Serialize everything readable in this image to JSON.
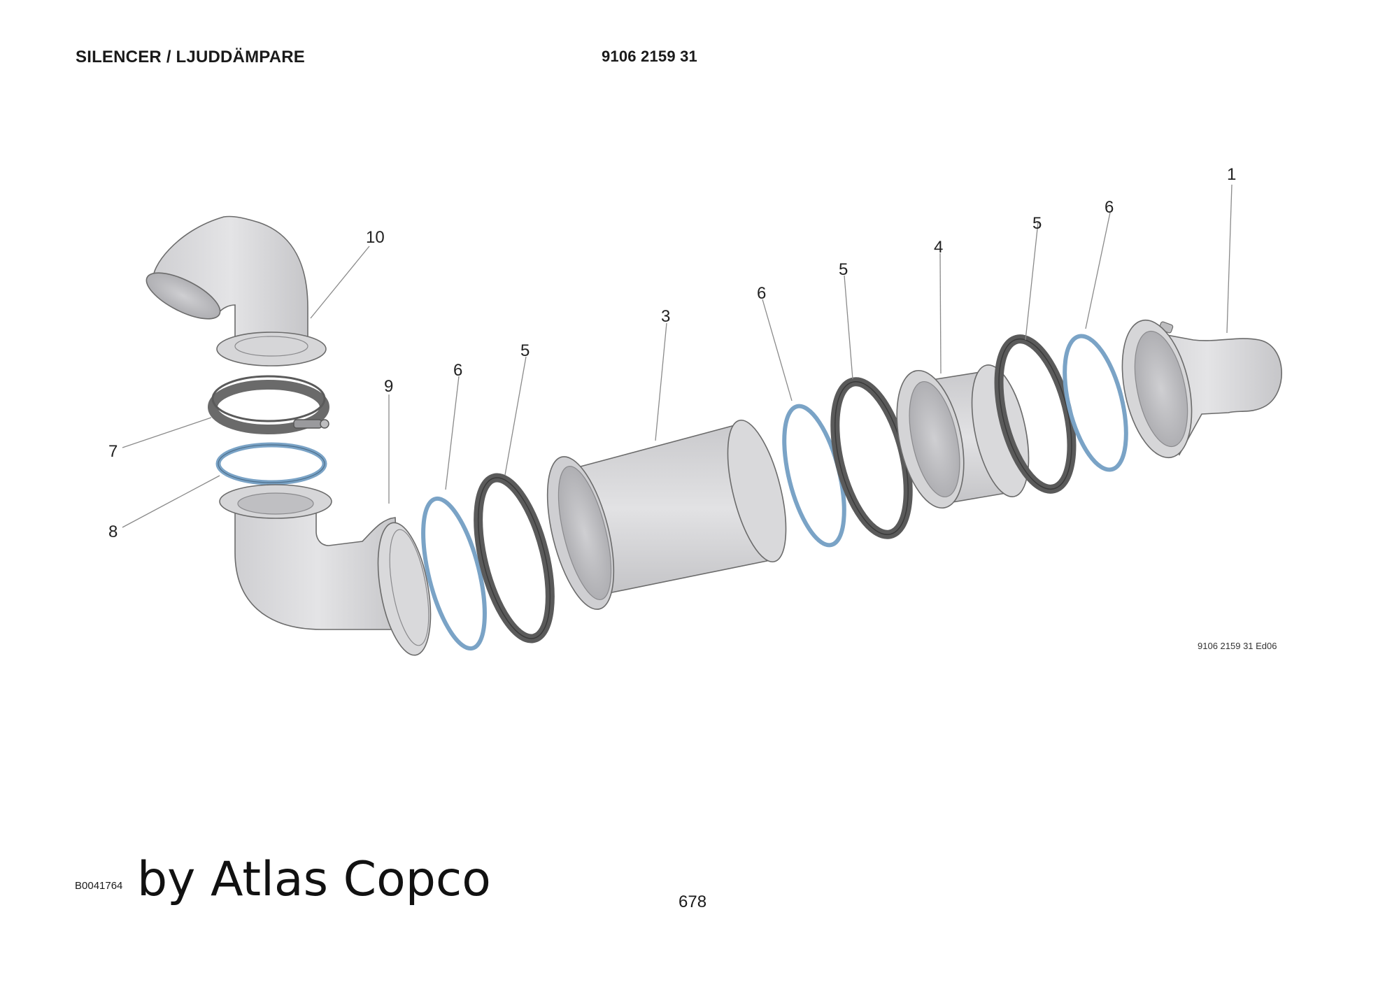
{
  "header": {
    "title": "SILENCER / LJUDDÄMPARE",
    "doc_number": "9106 2159 31"
  },
  "diagram": {
    "edition_code": "9106 2159 31 Ed06",
    "callouts": [
      "1",
      "3",
      "4",
      "5",
      "5",
      "5",
      "6",
      "6",
      "6",
      "7",
      "8",
      "9",
      "10"
    ],
    "colors": {
      "part_fill": "#d9d9db",
      "part_stroke": "#6b6b6b",
      "gasket_blue": "#7aa3c6",
      "clamp_dark": "#5a5a5a"
    }
  },
  "footer": {
    "ref_code": "B0041764",
    "brand": "by Atlas Copco",
    "page_number": "678"
  }
}
